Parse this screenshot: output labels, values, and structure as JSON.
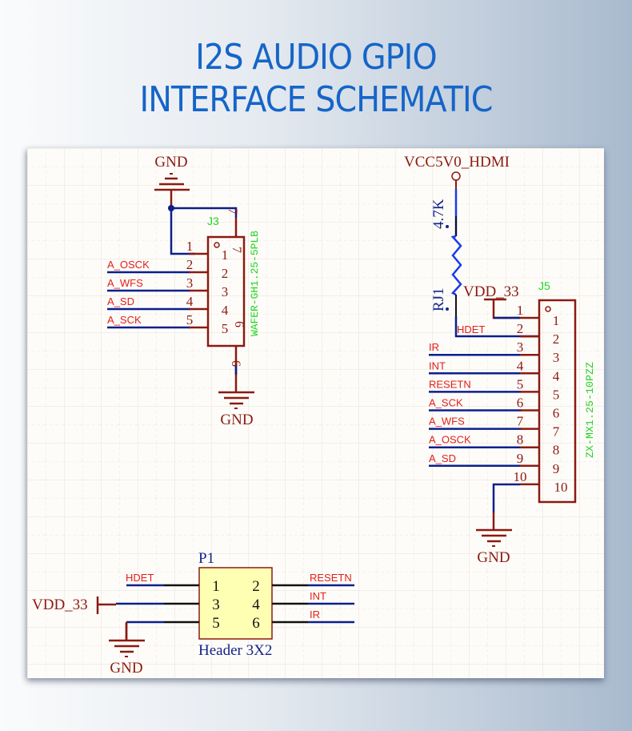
{
  "title": {
    "line1": "I2S AUDIO GPIO",
    "line2": "INTERFACE SCHEMATIC"
  },
  "colors": {
    "title": "#1565c8",
    "wire": "#0b1f8c",
    "part_line": "#8b1a10",
    "net_label": "#e0201a",
    "designator": "#1dd41d",
    "resistor": "#1a3ae8",
    "comment": "#13238a",
    "header_fill": "#ffffb4"
  },
  "schematic": {
    "j3": {
      "designator": "J3",
      "part_name": "WAFER-GH1.25-5PLB",
      "gnd_label_top": "GND",
      "gnd_label_bottom": "GND",
      "pins": [
        {
          "num": "1",
          "inner": "1",
          "net": ""
        },
        {
          "num": "2",
          "inner": "2",
          "net": "A_OSCK"
        },
        {
          "num": "3",
          "inner": "3",
          "net": "A_WFS"
        },
        {
          "num": "4",
          "inner": "4",
          "net": "A_SD"
        },
        {
          "num": "5",
          "inner": "5",
          "net": "A_SCK"
        }
      ],
      "pin7": "7",
      "pin6": "6",
      "pin7_inner": "7",
      "pin6_inner": "6"
    },
    "rj1": {
      "designator": "RJ1",
      "value": "4.7K",
      "power_label": "VCC5V0_HDMI"
    },
    "j5": {
      "designator": "J5",
      "part_name": "ZX-MX1.25-10PZZ",
      "vdd_label": "VDD_33",
      "gnd_label": "GND",
      "pins": [
        {
          "num": "1",
          "net": ""
        },
        {
          "num": "2",
          "net": "HDET"
        },
        {
          "num": "3",
          "net": "IR"
        },
        {
          "num": "4",
          "net": "INT"
        },
        {
          "num": "5",
          "net": "RESETN"
        },
        {
          "num": "6",
          "net": "A_SCK"
        },
        {
          "num": "7",
          "net": "A_WFS"
        },
        {
          "num": "8",
          "net": "A_OSCK"
        },
        {
          "num": "9",
          "net": "A_SD"
        },
        {
          "num": "10",
          "net": ""
        }
      ]
    },
    "p1": {
      "designator": "P1",
      "comment": "Header 3X2",
      "vdd_label": "VDD_33",
      "gnd_label": "GND",
      "left_pins": [
        "1",
        "3",
        "5"
      ],
      "right_pins": [
        "2",
        "4",
        "6"
      ],
      "left_nets": [
        "HDET",
        "",
        ""
      ],
      "right_nets": [
        "RESETN",
        "INT",
        "IR"
      ]
    }
  }
}
